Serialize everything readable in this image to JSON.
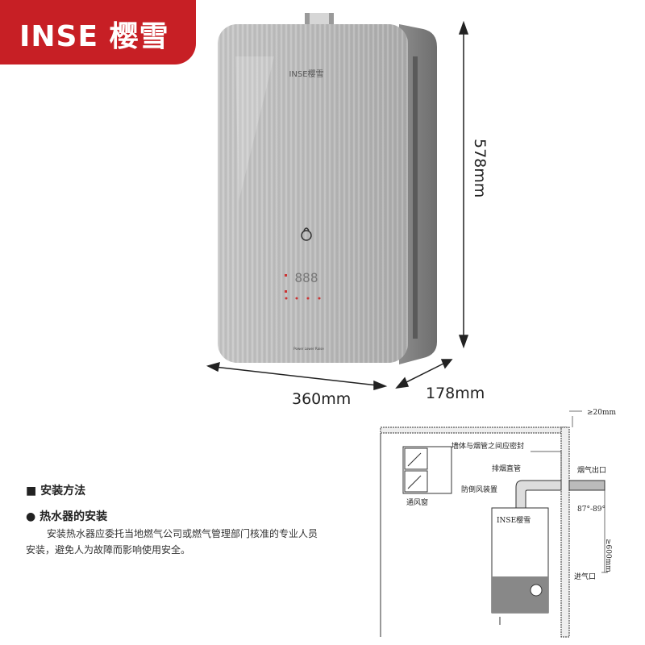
{
  "brand": {
    "name": "INSE 樱雪",
    "logo_small": "INSE樱雪",
    "accent_color": "#c71f25"
  },
  "dimensions": {
    "width": "360mm",
    "depth": "178mm",
    "height": "578mm"
  },
  "heater": {
    "display": "888",
    "bottom_labels": "Power  Lower  Raise"
  },
  "install": {
    "title": "■ 安装方法",
    "subtitle": "● 热水器的安装",
    "body_line1": "安装热水器应委托当地燃气公司或燃气管理部门核准的专业人员",
    "body_line2": "安装，避免人为故障而影响使用安全。"
  },
  "diagram": {
    "label_gap": "≥20mm",
    "label_seal": "墙体与烟管之间应密封",
    "label_flue": "排烟直管",
    "label_outlet": "烟气出口",
    "label_antiwind": "防倒风装置",
    "label_angle": "87°-89°",
    "label_vent_window": "通风窗",
    "label_height": "≥600mm",
    "label_air_inlet": "进气口",
    "label_unit_logo": "INSE樱雪"
  }
}
